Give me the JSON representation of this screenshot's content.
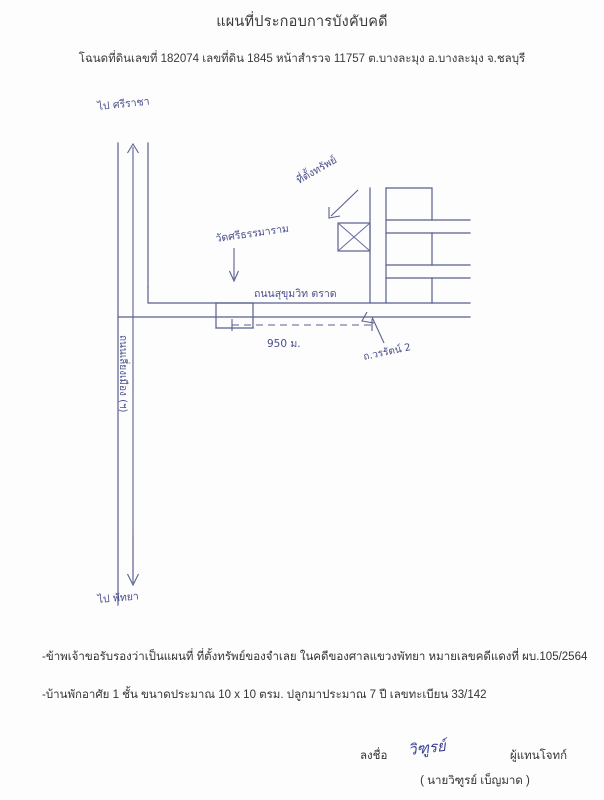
{
  "document": {
    "title": "แผนที่ประกอบการบังคับคดี",
    "subtitle": "โฉนดที่ดินเลขที่ 182074 เลขที่ดิน 1845 หน้าสำรวจ 11757 ต.บางละมุง อ.บางละมุง จ.ชลบุรี"
  },
  "map": {
    "label_to_sriracha": "ไป ศรีราชา",
    "label_to_pattaya": "ไป พัทยา",
    "label_bypass_road": "ถนนเลี่ยงเมือง (ฯ)",
    "label_temple": "วัดศรีธรรมาราม",
    "label_property": "ที่ตั้งทรัพย์",
    "label_main_road": "ถนนสุขุมวิท ตราด",
    "label_side_road": "ถ.วรรัตน์ 2",
    "label_distance": "950 ม.",
    "ink_color": "#5a5f8f"
  },
  "statements": {
    "line1": "-ข้าพเจ้าขอรับรองว่าเป็นแผนที่ ที่ตั้งทรัพย์ของจำเลย ในคดีของศาลแขวงพัทยา หมายเลขคดีแดงที่ ผบ.105/2564",
    "line2": "-บ้านพักอาศัย 1 ชั้น ขนาดประมาณ 10 x 10 ตรม. ปลูกมาประมาณ 7 ปี เลขทะเบียน 33/142"
  },
  "signature": {
    "prefix": "ลงชื่อ",
    "mark": "วิฑูรย์",
    "role": "ผู้แทนโจทก์",
    "name": "( นายวิฑูรย์  เบ็ญมาด )"
  }
}
